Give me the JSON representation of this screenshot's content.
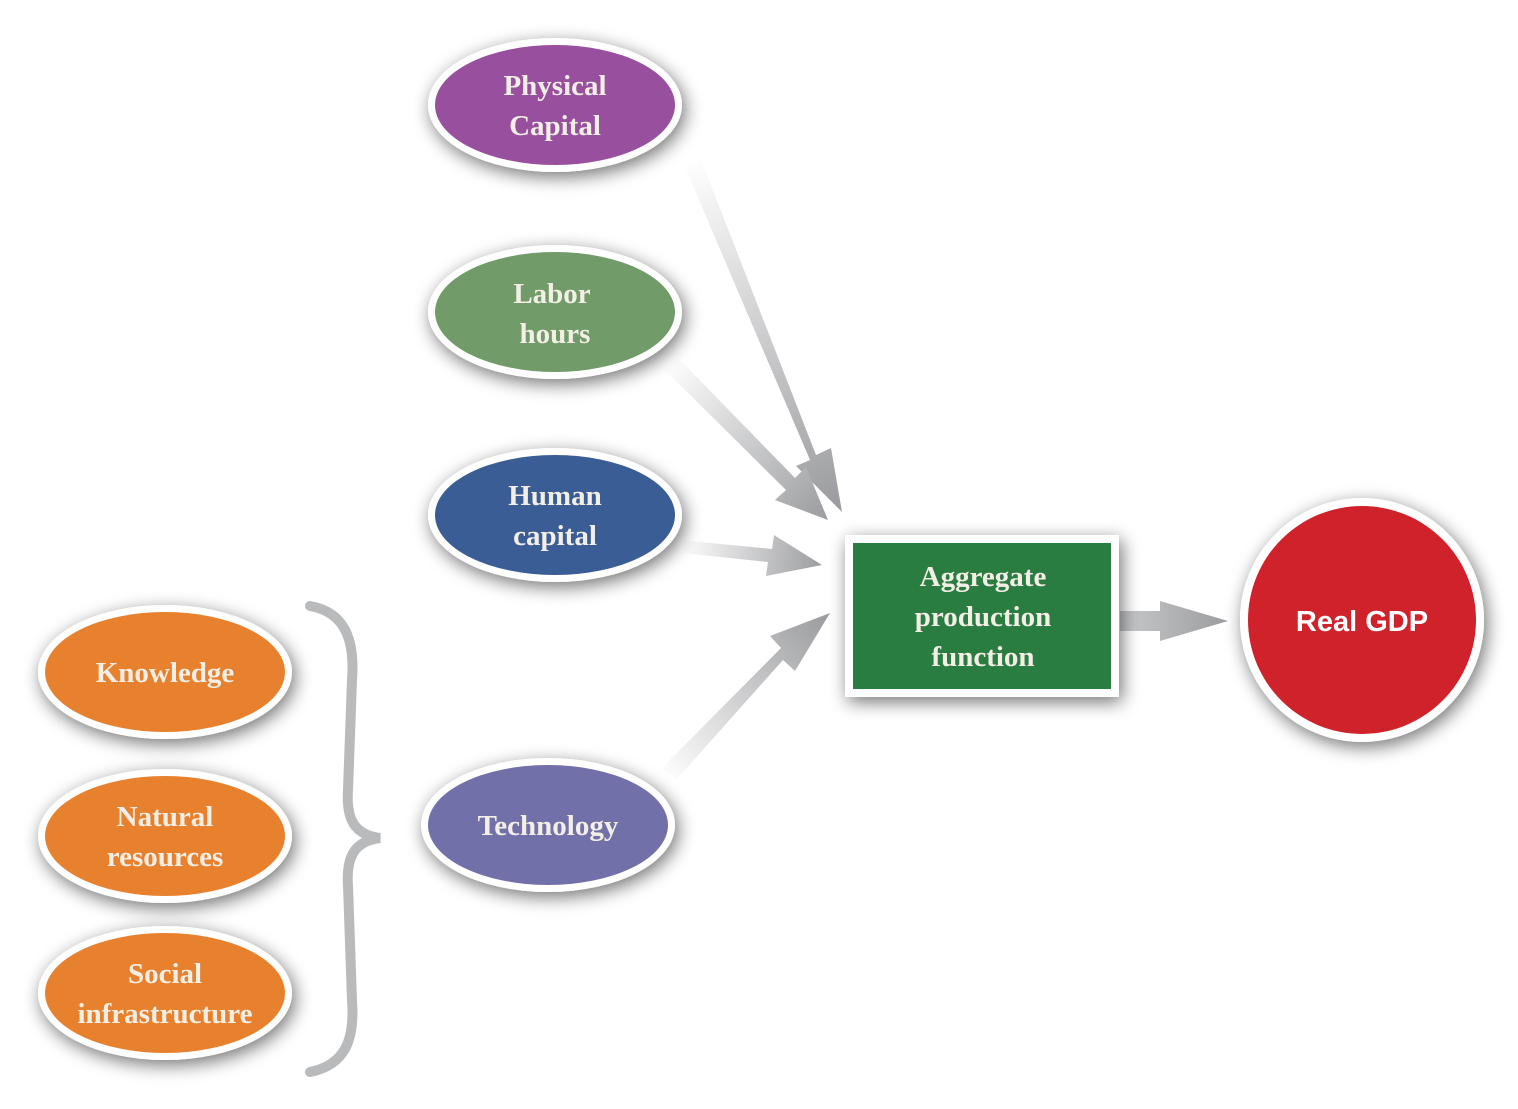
{
  "title": "Aggregate production function diagram",
  "nodes": {
    "physical_capital": {
      "lines": [
        "Physical",
        "Capital"
      ],
      "color": "#974f9e"
    },
    "labor_hours": {
      "lines": [
        "Labor",
        "hours"
      ],
      "color": "#719b67"
    },
    "human_capital": {
      "lines": [
        "Human",
        "capital"
      ],
      "color": "#3a5d96"
    },
    "technology": {
      "lines": [
        "Technology"
      ],
      "color": "#7270a9"
    },
    "knowledge": {
      "lines": [
        "Knowledge"
      ],
      "color": "#e8812f"
    },
    "natural_resources": {
      "lines": [
        "Natural",
        "resources"
      ],
      "color": "#e8812f"
    },
    "social_infrastructure": {
      "lines": [
        "Social",
        "infrastructure"
      ],
      "color": "#e8812f"
    },
    "aggregate_production_function": {
      "lines": [
        "Aggregate",
        "production",
        "function"
      ],
      "color": "#2b7d3f"
    },
    "real_gdp": {
      "lines": [
        "Real GDP"
      ],
      "color": "#d0232c"
    }
  },
  "edges": [
    {
      "from": "physical_capital",
      "to": "aggregate_production_function"
    },
    {
      "from": "labor_hours",
      "to": "aggregate_production_function"
    },
    {
      "from": "human_capital",
      "to": "aggregate_production_function"
    },
    {
      "from": "technology",
      "to": "aggregate_production_function"
    },
    {
      "from": "aggregate_production_function",
      "to": "real_gdp"
    }
  ],
  "groups": [
    {
      "members": [
        "knowledge",
        "natural_resources",
        "social_infrastructure"
      ],
      "brace_to": "technology"
    }
  ],
  "colors": {
    "arrow": "#9a9b9e",
    "brace": "#b9babc",
    "node_border": "#ffffff"
  }
}
